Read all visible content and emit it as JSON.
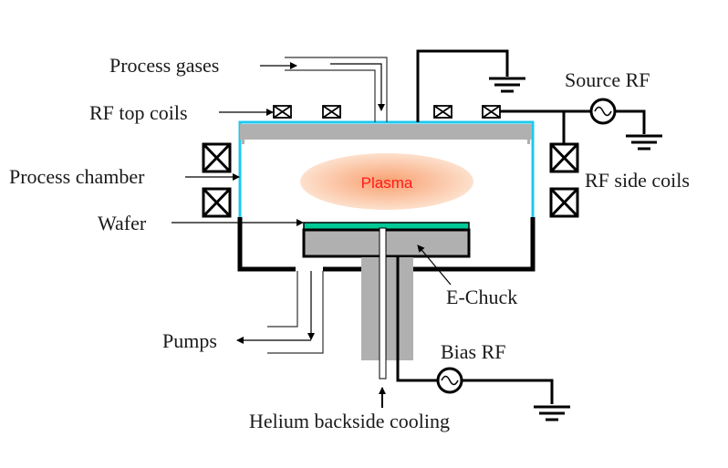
{
  "diagram": {
    "title": "Inductively coupled plasma etch chamber",
    "labels": {
      "process_gases": "Process gases",
      "rf_top_coils": "RF top coils",
      "process_chamber": "Process chamber",
      "wafer": "Wafer",
      "pumps": "Pumps",
      "source_rf": "Source RF",
      "rf_side_coils": "RF side coils",
      "plasma": "Plasma",
      "e_chuck": "E-Chuck",
      "bias_rf": "Bias RF",
      "helium_cooling": "Helium backside cooling"
    },
    "colors": {
      "chamber_wall_upper": "#1ec8f0",
      "lid": "#b0b0b0",
      "chuck": "#b0b0b0",
      "wafer": "#00c896",
      "plasma_center": "#f8a070",
      "plasma_text": "#ff1a1a",
      "wire": "#000000"
    }
  }
}
